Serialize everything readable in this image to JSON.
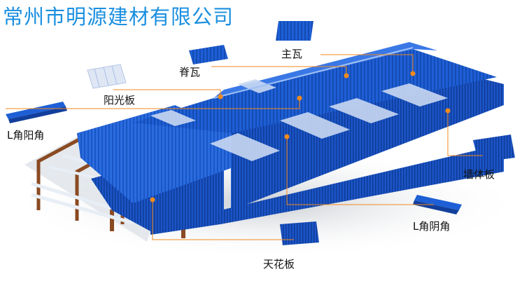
{
  "title": "常州市明源建材有限公司",
  "labels": {
    "main_tile": "主瓦",
    "ridge_tile": "脊瓦",
    "skylight": "阳光板",
    "l_outer": "L角阳角",
    "wall_panel": "墙体板",
    "l_inner": "L角阴角",
    "ceiling": "天花板"
  },
  "colors": {
    "title": "#1a8fe0",
    "panel": "#1e5fd6",
    "panel_dark": "#123f9c",
    "panel_light": "#4a86ee",
    "skylight": "#c9d8f2",
    "steel": "#8a4a22",
    "leader": "#f28a1e",
    "marker": "#f28a1e"
  }
}
